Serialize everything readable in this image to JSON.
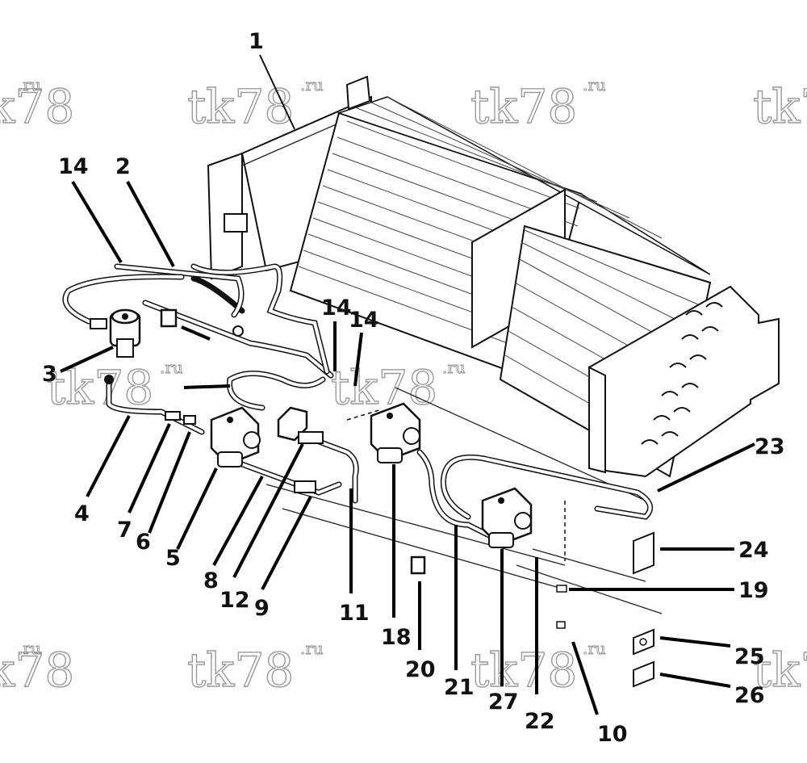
{
  "watermark": {
    "text": "tk78",
    "suffix": ".ru"
  },
  "callouts": [
    {
      "id": "c1",
      "label": "1"
    },
    {
      "id": "c2",
      "label": "2"
    },
    {
      "id": "c14a",
      "label": "14"
    },
    {
      "id": "c14b",
      "label": "14"
    },
    {
      "id": "c14c",
      "label": "14"
    },
    {
      "id": "c3",
      "label": "3"
    },
    {
      "id": "c4",
      "label": "4"
    },
    {
      "id": "c7",
      "label": "7"
    },
    {
      "id": "c6",
      "label": "6"
    },
    {
      "id": "c5",
      "label": "5"
    },
    {
      "id": "c8",
      "label": "8"
    },
    {
      "id": "c12",
      "label": "12"
    },
    {
      "id": "c9",
      "label": "9"
    },
    {
      "id": "c11",
      "label": "11"
    },
    {
      "id": "c18",
      "label": "18"
    },
    {
      "id": "c20",
      "label": "20"
    },
    {
      "id": "c21",
      "label": "21"
    },
    {
      "id": "c27",
      "label": "27"
    },
    {
      "id": "c22",
      "label": "22"
    },
    {
      "id": "c10",
      "label": "10"
    },
    {
      "id": "c23",
      "label": "23"
    },
    {
      "id": "c24",
      "label": "24"
    },
    {
      "id": "c19",
      "label": "19"
    },
    {
      "id": "c25",
      "label": "25"
    },
    {
      "id": "c26",
      "label": "26"
    }
  ]
}
